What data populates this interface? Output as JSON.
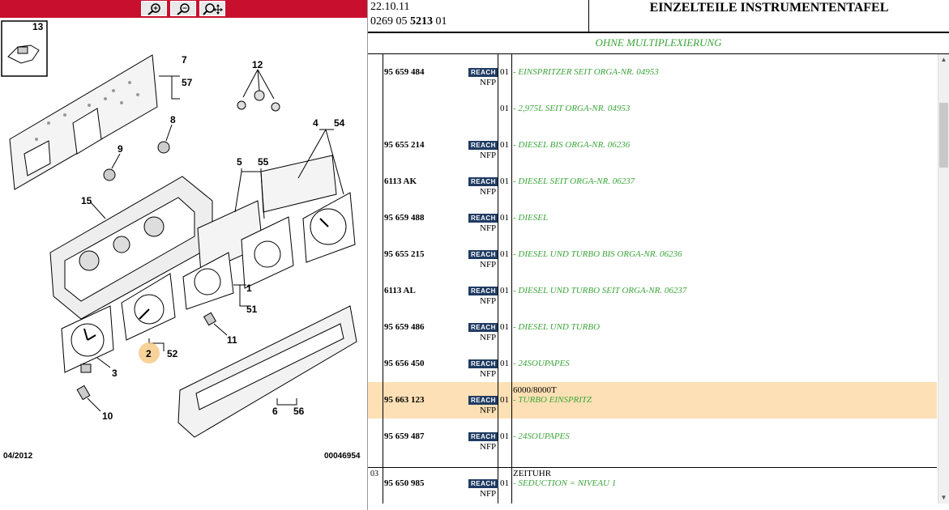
{
  "diagram": {
    "date": "04/2012",
    "code": "00046954",
    "callouts": [
      "13",
      "7",
      "57",
      "12",
      "8",
      "9",
      "4",
      "54",
      "5",
      "55",
      "15",
      "1",
      "51",
      "11",
      "2",
      "52",
      "3",
      "10",
      "6",
      "56"
    ],
    "highlighted_callout": "2"
  },
  "header": {
    "date": "22.10.11",
    "ref_a": "0269 05 ",
    "ref_b": "5213",
    "ref_c": " 01",
    "title": "EINZELTEILE INSTRUMENTENTAFEL"
  },
  "subtitle": "OHNE MULTIPLEXIERUNG",
  "badge": "REACH",
  "colors": {
    "zoombar": "#c8102e",
    "desc": "#3aa53a",
    "highlight": "#fde0b5",
    "badge": "#1f3b63"
  },
  "rows": [
    {
      "part": "95 659 484",
      "badge": true,
      "nfp": "NFP",
      "qty": "01",
      "desc": "- EINSPRITZER SEIT ORGA-NR. 04953",
      "hl": false
    },
    {
      "part": "",
      "badge": false,
      "nfp": "",
      "qty": "01",
      "desc": "- 2,975L SEIT ORGA-NR. 04953",
      "hl": false
    },
    {
      "part": "95 655 214",
      "badge": true,
      "nfp": "NFP",
      "qty": "01",
      "desc": "- DIESEL BIS ORGA-NR. 06236",
      "hl": false
    },
    {
      "part": "6113 AK",
      "badge": true,
      "nfp": "NFP",
      "qty": "01",
      "desc": "- DIESEL SEIT ORGA-NR. 06237",
      "hl": false
    },
    {
      "part": "95 659 488",
      "badge": true,
      "nfp": "NFP",
      "qty": "01",
      "desc": "- DIESEL",
      "hl": false
    },
    {
      "part": "95 655 215",
      "badge": true,
      "nfp": "NFP",
      "qty": "01",
      "desc": "- DIESEL UND TURBO BIS ORGA-NR. 06236",
      "hl": false
    },
    {
      "part": "6113 AL",
      "badge": true,
      "nfp": "NFP",
      "qty": "01",
      "desc": "- DIESEL UND TURBO SEIT ORGA-NR. 06237",
      "hl": false
    },
    {
      "part": "95 659 486",
      "badge": true,
      "nfp": "NFP",
      "qty": "01",
      "desc": "- DIESEL UND TURBO",
      "hl": false
    },
    {
      "part": "95 656 450",
      "badge": true,
      "nfp": "NFP",
      "qty": "01",
      "desc": "- 24SOUPAPES",
      "hl": false
    },
    {
      "part": "95 663 123",
      "badge": true,
      "nfp": "NFP",
      "qty": "01",
      "note": "6000/8000T",
      "desc": "- TURBO EINSPRITZ",
      "hl": true
    },
    {
      "part": "95 659 487",
      "badge": true,
      "nfp": "NFP",
      "qty": "01",
      "desc": "- 24SOUPAPES",
      "hl": false
    }
  ],
  "group2": {
    "num": "03",
    "note": "ZEITUHR",
    "part": "95 650 985",
    "nfp": "NFP",
    "qty": "01",
    "desc": "- SEDUCTION = NIVEAU 1"
  }
}
